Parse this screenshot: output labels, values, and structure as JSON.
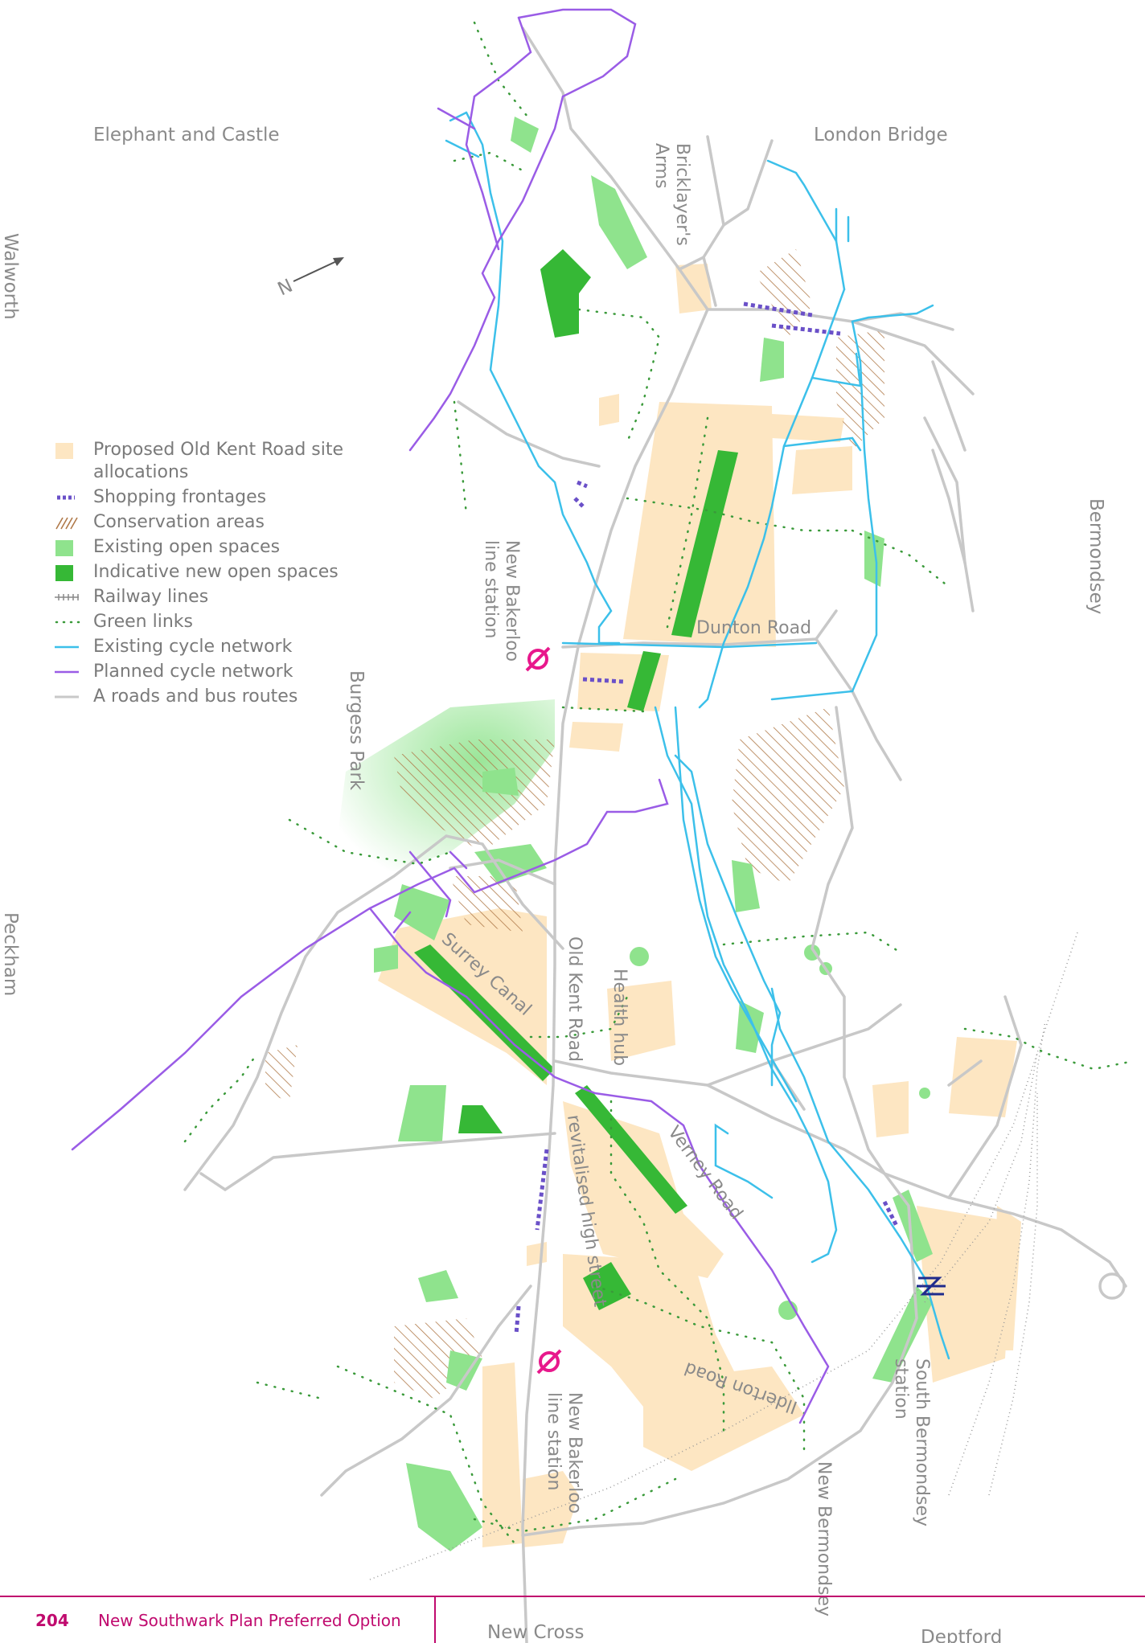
{
  "places": {
    "elephant_and_castle": "Elephant and Castle",
    "london_bridge": "London Bridge",
    "walworth": "Walworth",
    "bermondsey": "Bermondsey",
    "peckham": "Peckham",
    "new_cross": "New Cross",
    "deptford": "Deptford",
    "burgess_park": "Burgess Park",
    "south_bermondsey_station": "South Bermondsey station",
    "new_bermondsey": "New Bermondsey"
  },
  "streets": {
    "bricklayers_arms": "Bricklayer's Arms",
    "dunton_road": "Dunton Road",
    "surrey_canal": "Surrey Canal",
    "old_kent_road": "Old Kent Road",
    "health_hub": "Health hub",
    "revitalised_high_street": "revitalised high street",
    "verney_road": "Verney Road",
    "ilderton_road": "Ilderton Road",
    "new_bakerloo_north": "New Bakerloo line station",
    "new_bakerloo_south": "New Bakerloo line station"
  },
  "north_arrow": "N",
  "legend": {
    "items": [
      {
        "label": "Proposed Old Kent Road site allocations",
        "symbol": "site-allocation"
      },
      {
        "label": "Shopping frontages",
        "symbol": "shopping-frontage"
      },
      {
        "label": "Conservation areas",
        "symbol": "conservation-area"
      },
      {
        "label": "Existing open spaces",
        "symbol": "existing-open-space"
      },
      {
        "label": "Indicative new open spaces",
        "symbol": "new-open-space"
      },
      {
        "label": "Railway lines",
        "symbol": "railway"
      },
      {
        "label": "Green links",
        "symbol": "green-link"
      },
      {
        "label": "Existing cycle network",
        "symbol": "existing-cycle"
      },
      {
        "label": "Planned cycle network",
        "symbol": "planned-cycle"
      },
      {
        "label": "A roads and bus routes",
        "symbol": "a-road"
      }
    ]
  },
  "colors": {
    "site_allocation": "#fde6c2",
    "existing_open_space": "#8fe38d",
    "new_open_space": "#36b836",
    "existing_cycle": "#3cc0ea",
    "planned_cycle": "#9a5ce6",
    "road": "#c8c8c8",
    "green_link": "#2f8f2f",
    "shopping": "#6a50c8",
    "conservation": "#b07a4a",
    "accent": "#c00a6e",
    "underground": "#e8188c",
    "rail_symbol": "#1f2b8c"
  },
  "footer": {
    "page_number": "204",
    "title": "New Southwark Plan Preferred Option"
  }
}
